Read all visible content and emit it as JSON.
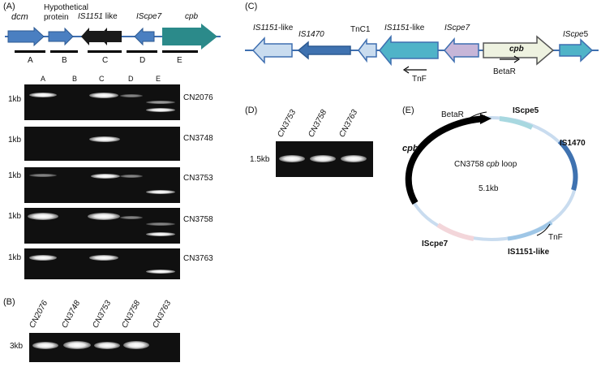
{
  "panels": {
    "A": {
      "label": "(A)",
      "genes": {
        "dcm": "dcm",
        "hypothetical": "Hypothetical protein",
        "is1151": "IS1151",
        "is1151_like": "like",
        "iscpe7": "IScpe7",
        "cpb": "cpb"
      },
      "bar_labels": [
        "A",
        "B",
        "C",
        "D",
        "E"
      ],
      "lane_labels": [
        "A",
        "B",
        "C",
        "D",
        "E"
      ],
      "size_marker": "1kb",
      "strains": [
        "CN2076",
        "CN3748",
        "CN3753",
        "CN3758",
        "CN3763"
      ]
    },
    "B": {
      "label": "(B)",
      "size_marker": "3kb",
      "lanes": [
        "CN2076",
        "CN3748",
        "CN3753",
        "CN3758",
        "CN3763"
      ]
    },
    "C": {
      "label": "(C)",
      "elements": [
        "IS1151-like",
        "IS1470",
        "TnC1",
        "IS1151-like",
        "IScpe7",
        "cpb",
        "IScpe5"
      ],
      "primers": {
        "tnf": "TnF",
        "betar": "BetaR"
      }
    },
    "D": {
      "label": "(D)",
      "size_marker": "1.5kb",
      "lanes": [
        "CN3753",
        "CN3758",
        "CN3763"
      ]
    },
    "E": {
      "label": "(E)",
      "center_title": "CN3758",
      "center_title_it": "cpb",
      "center_title_tail": "loop",
      "size": "5.1kb",
      "elements": {
        "cpb": "cpb",
        "iscpe5": "IScpe5",
        "is1470": "IS1470",
        "is1151_like": "IS1151-like",
        "iscpe7": "IScpe7"
      },
      "primers": {
        "betar": "BetaR",
        "tnf": "TnF"
      }
    }
  },
  "colors": {
    "gene_blue": "#4a7fc1",
    "gene_teal": "#2b8a8a",
    "gene_black": "#1a1a1a",
    "light_blue": "#c9dcef",
    "mid_blue": "#3f72b0",
    "cyan": "#4fb3c8",
    "lavender": "#c7b6d8",
    "cream": "#eef2e0",
    "pink": "#f3d6da",
    "backbone": "#3f6fb0"
  }
}
